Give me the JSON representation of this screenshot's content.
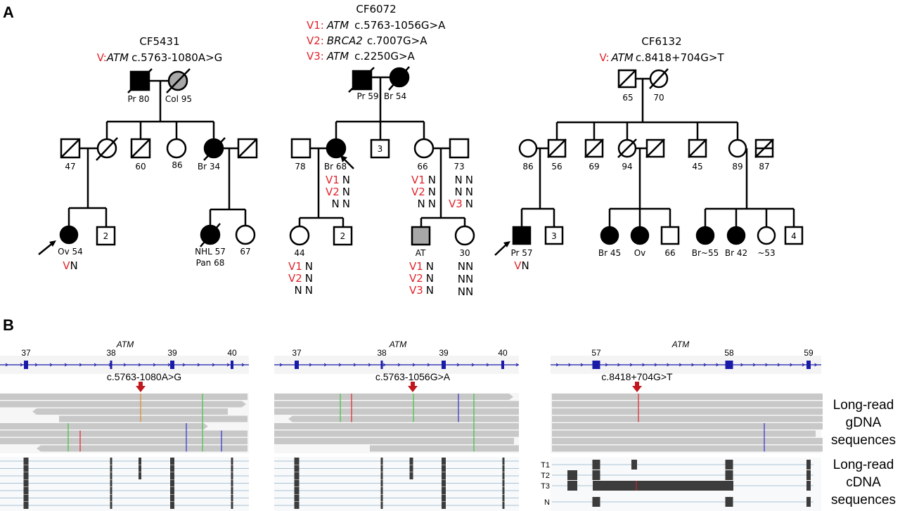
{
  "panels": {
    "A": {
      "label": "A"
    },
    "B": {
      "label": "B"
    }
  },
  "colors": {
    "variant_red": "#e0242b",
    "affected": "#000000",
    "other_cancer_gray": "#a8a8a8",
    "exon_blue": "#1a1aa8",
    "read_gray": "#c8c8c8",
    "cdna_exon": "#3c3c3c",
    "arrow_red": "#c0181c",
    "mismatch_green": "#3ec43e",
    "mismatch_red": "#e0242b",
    "mismatch_blue": "#2e2ed0",
    "mismatch_orange": "#e08a2a"
  },
  "families": [
    {
      "id": "CF5431",
      "title": "CF5431",
      "variants": [
        {
          "tag": "V:",
          "gene": "ATM",
          "change": "c.5763-1080A>G"
        }
      ],
      "individuals": {
        "father": {
          "label": "Pr 80",
          "sex": "male",
          "status": "affected",
          "deceased": true
        },
        "mother": {
          "label": "Col 95",
          "sex": "female",
          "status": "other",
          "deceased": true
        },
        "g2_spouse1": {
          "label": "47",
          "sex": "male",
          "status": "unaffected",
          "deceased": true
        },
        "g2_d1": {
          "label": "",
          "sex": "female",
          "status": "unaffected",
          "deceased": true
        },
        "g2_s2": {
          "label": "60",
          "sex": "male",
          "status": "unaffected",
          "deceased": true
        },
        "g2_d3": {
          "label": "86",
          "sex": "female",
          "status": "unaffected",
          "deceased": false
        },
        "g2_d4": {
          "label": "Br 34",
          "sex": "female",
          "status": "affected",
          "deceased": true
        },
        "g2_spouse2": {
          "label": "",
          "sex": "male",
          "status": "unaffected",
          "deceased": true
        },
        "g3_proband": {
          "label": "Ov 54",
          "sex": "female",
          "status": "affected",
          "deceased": false,
          "proband": true,
          "genotype": [
            "V",
            "N"
          ]
        },
        "g3_brothers": {
          "count": "2",
          "sex": "male"
        },
        "g3_d1": {
          "label_line1": "NHL 57",
          "label_line2": "Pan 68",
          "sex": "female",
          "status": "affected",
          "deceased": true
        },
        "g3_d2": {
          "label": "67",
          "sex": "female",
          "status": "unaffected",
          "deceased": false
        }
      }
    },
    {
      "id": "CF6072",
      "title": "CF6072",
      "variants": [
        {
          "tag": "V1:",
          "gene": "ATM",
          "change": "c.5763-1056G>A"
        },
        {
          "tag": "V2:",
          "gene": "BRCA2",
          "change": "c.7007G>A"
        },
        {
          "tag": "V3:",
          "gene": "ATM",
          "change": "c.2250G>A"
        }
      ],
      "individuals": {
        "father": {
          "label": "Pr 59",
          "sex": "male",
          "status": "affected",
          "deceased": true
        },
        "mother": {
          "label": "Br 54",
          "sex": "female",
          "status": "affected",
          "deceased": true
        },
        "g2_spouse1": {
          "label": "78",
          "sex": "male",
          "status": "unaffected"
        },
        "g2_proband": {
          "label": "Br 68",
          "sex": "female",
          "status": "affected",
          "proband": true,
          "genotype": [
            [
              "V1",
              "N"
            ],
            [
              "V2",
              "N"
            ],
            [
              "N",
              "N"
            ]
          ]
        },
        "g2_brothers": {
          "count": "3",
          "sex": "male"
        },
        "g2_d2": {
          "label": "66",
          "sex": "female",
          "status": "unaffected",
          "genotype": [
            [
              "V1",
              "N"
            ],
            [
              "V2",
              "N"
            ],
            [
              "N",
              "N"
            ]
          ]
        },
        "g2_spouse2": {
          "label": "73",
          "sex": "male",
          "status": "unaffected",
          "genotype": [
            [
              "N",
              "N"
            ],
            [
              "N",
              "N"
            ],
            [
              "V3",
              "N"
            ]
          ]
        },
        "g3_d1": {
          "label": "44",
          "sex": "female",
          "status": "unaffected",
          "genotype": [
            [
              "V1",
              "N"
            ],
            [
              "V2",
              "N"
            ],
            [
              "N",
              "N"
            ]
          ]
        },
        "g3_brothers": {
          "count": "2",
          "sex": "male"
        },
        "g3_at": {
          "label": "AT",
          "sex": "male",
          "status": "other",
          "genotype": [
            [
              "V1",
              "N"
            ],
            [
              "V2",
              "N"
            ],
            [
              "V3",
              "N"
            ]
          ]
        },
        "g3_d2": {
          "label": "30",
          "sex": "female",
          "status": "unaffected",
          "genotype": [
            [
              "N",
              "N"
            ],
            [
              "N",
              "N"
            ],
            [
              "N",
              "N"
            ]
          ]
        }
      }
    },
    {
      "id": "CF6132",
      "title": "CF6132",
      "variants": [
        {
          "tag": "V:",
          "gene": "ATM",
          "change": "c.8418+704G>T"
        }
      ],
      "individuals": {
        "father": {
          "label": "65",
          "sex": "male",
          "status": "unaffected",
          "deceased": true
        },
        "mother": {
          "label": "70",
          "sex": "female",
          "status": "unaffected",
          "deceased": true
        },
        "g2": [
          {
            "label": "86",
            "sex": "female",
            "deceased": false
          },
          {
            "label": "56",
            "sex": "male",
            "deceased": true
          },
          {
            "label": "69",
            "sex": "male",
            "deceased": true
          },
          {
            "label": "94",
            "sex": "female",
            "deceased": true
          },
          {
            "label": "",
            "sex": "male",
            "deceased": true
          },
          {
            "label": "45",
            "sex": "male",
            "deceased": true
          },
          {
            "label": "89",
            "sex": "female",
            "deceased": false
          },
          {
            "label": "87",
            "sex": "male",
            "deceased": true
          }
        ],
        "g3": [
          {
            "label": "Pr 57",
            "sex": "male",
            "status": "affected",
            "proband": true,
            "genotype": [
              "V",
              "N"
            ]
          },
          {
            "label": "3",
            "sex": "male",
            "status": "count"
          },
          {
            "label": "Br 45",
            "sex": "female",
            "status": "affected"
          },
          {
            "label": "Ov",
            "sex": "female",
            "status": "affected"
          },
          {
            "label": "66",
            "sex": "male",
            "status": "unaffected"
          },
          {
            "label": "Br~55",
            "sex": "female",
            "status": "affected"
          },
          {
            "label": "Br 42",
            "sex": "female",
            "status": "affected"
          },
          {
            "label": "~53",
            "sex": "female",
            "status": "unaffected"
          },
          {
            "label": "4",
            "sex": "male",
            "status": "count"
          }
        ]
      }
    }
  ],
  "tracks": [
    {
      "gene": "ATM",
      "exons": [
        "37",
        "38",
        "39",
        "40"
      ],
      "variant": "c.5763-1080A>G",
      "gdna_reads": 8,
      "cdna_rows": 7
    },
    {
      "gene": "ATM",
      "exons": [
        "37",
        "38",
        "39",
        "40"
      ],
      "variant": "c.5763-1056G>A",
      "gdna_reads": 8,
      "cdna_rows": 7
    },
    {
      "gene": "ATM",
      "exons": [
        "57",
        "58",
        "59"
      ],
      "variant": "c.8418+704G>T",
      "gdna_reads": 8,
      "cdna_transcripts": [
        "T1",
        "T2",
        "T3",
        "N"
      ]
    }
  ],
  "side_labels": {
    "gdna": [
      "Long-read",
      "gDNA",
      "sequences"
    ],
    "cdna": [
      "Long-read",
      "cDNA",
      "sequences"
    ]
  }
}
